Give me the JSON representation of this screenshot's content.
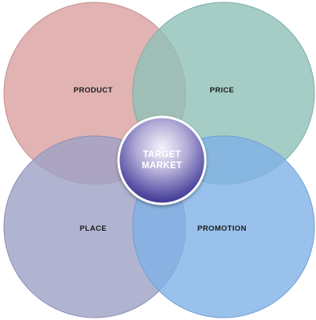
{
  "diagram": {
    "quadrants": {
      "top_left": {
        "label": "PRODUCT",
        "color": "#d9a0a0"
      },
      "top_right": {
        "label": "PRICE",
        "color": "#8fc0b6"
      },
      "bottom_left": {
        "label": "PLACE",
        "color": "#9ea1c6"
      },
      "bottom_right": {
        "label": "PROMOTION",
        "color": "#7fb1e6"
      }
    },
    "center": {
      "line1": "TARGET",
      "line2": "MARKET"
    }
  }
}
